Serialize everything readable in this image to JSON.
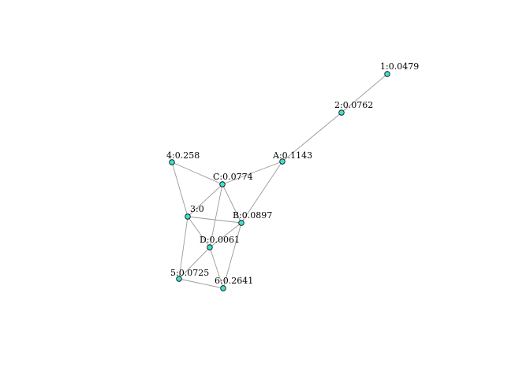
{
  "graph": {
    "node_fill": "#40e0d0",
    "node_stroke": "#000000",
    "edge_color": "#9a9a9a",
    "nodes": [
      {
        "id": "1",
        "label": "1:0.0479"
      },
      {
        "id": "2",
        "label": "2:0.0762"
      },
      {
        "id": "A",
        "label": "A:0.1143"
      },
      {
        "id": "4",
        "label": "4:0.258"
      },
      {
        "id": "C",
        "label": "C:0.0774"
      },
      {
        "id": "3",
        "label": "3:0"
      },
      {
        "id": "B",
        "label": "B:0.0897"
      },
      {
        "id": "D",
        "label": "D:0.0061"
      },
      {
        "id": "5",
        "label": "5:0.0725"
      },
      {
        "id": "6",
        "label": "6:0.2641"
      }
    ],
    "edges": [
      [
        "1",
        "2"
      ],
      [
        "2",
        "A"
      ],
      [
        "A",
        "C"
      ],
      [
        "A",
        "B"
      ],
      [
        "4",
        "C"
      ],
      [
        "4",
        "3"
      ],
      [
        "C",
        "3"
      ],
      [
        "C",
        "B"
      ],
      [
        "C",
        "D"
      ],
      [
        "3",
        "B"
      ],
      [
        "3",
        "D"
      ],
      [
        "3",
        "5"
      ],
      [
        "B",
        "D"
      ],
      [
        "B",
        "6"
      ],
      [
        "D",
        "5"
      ],
      [
        "D",
        "6"
      ],
      [
        "5",
        "6"
      ]
    ]
  }
}
